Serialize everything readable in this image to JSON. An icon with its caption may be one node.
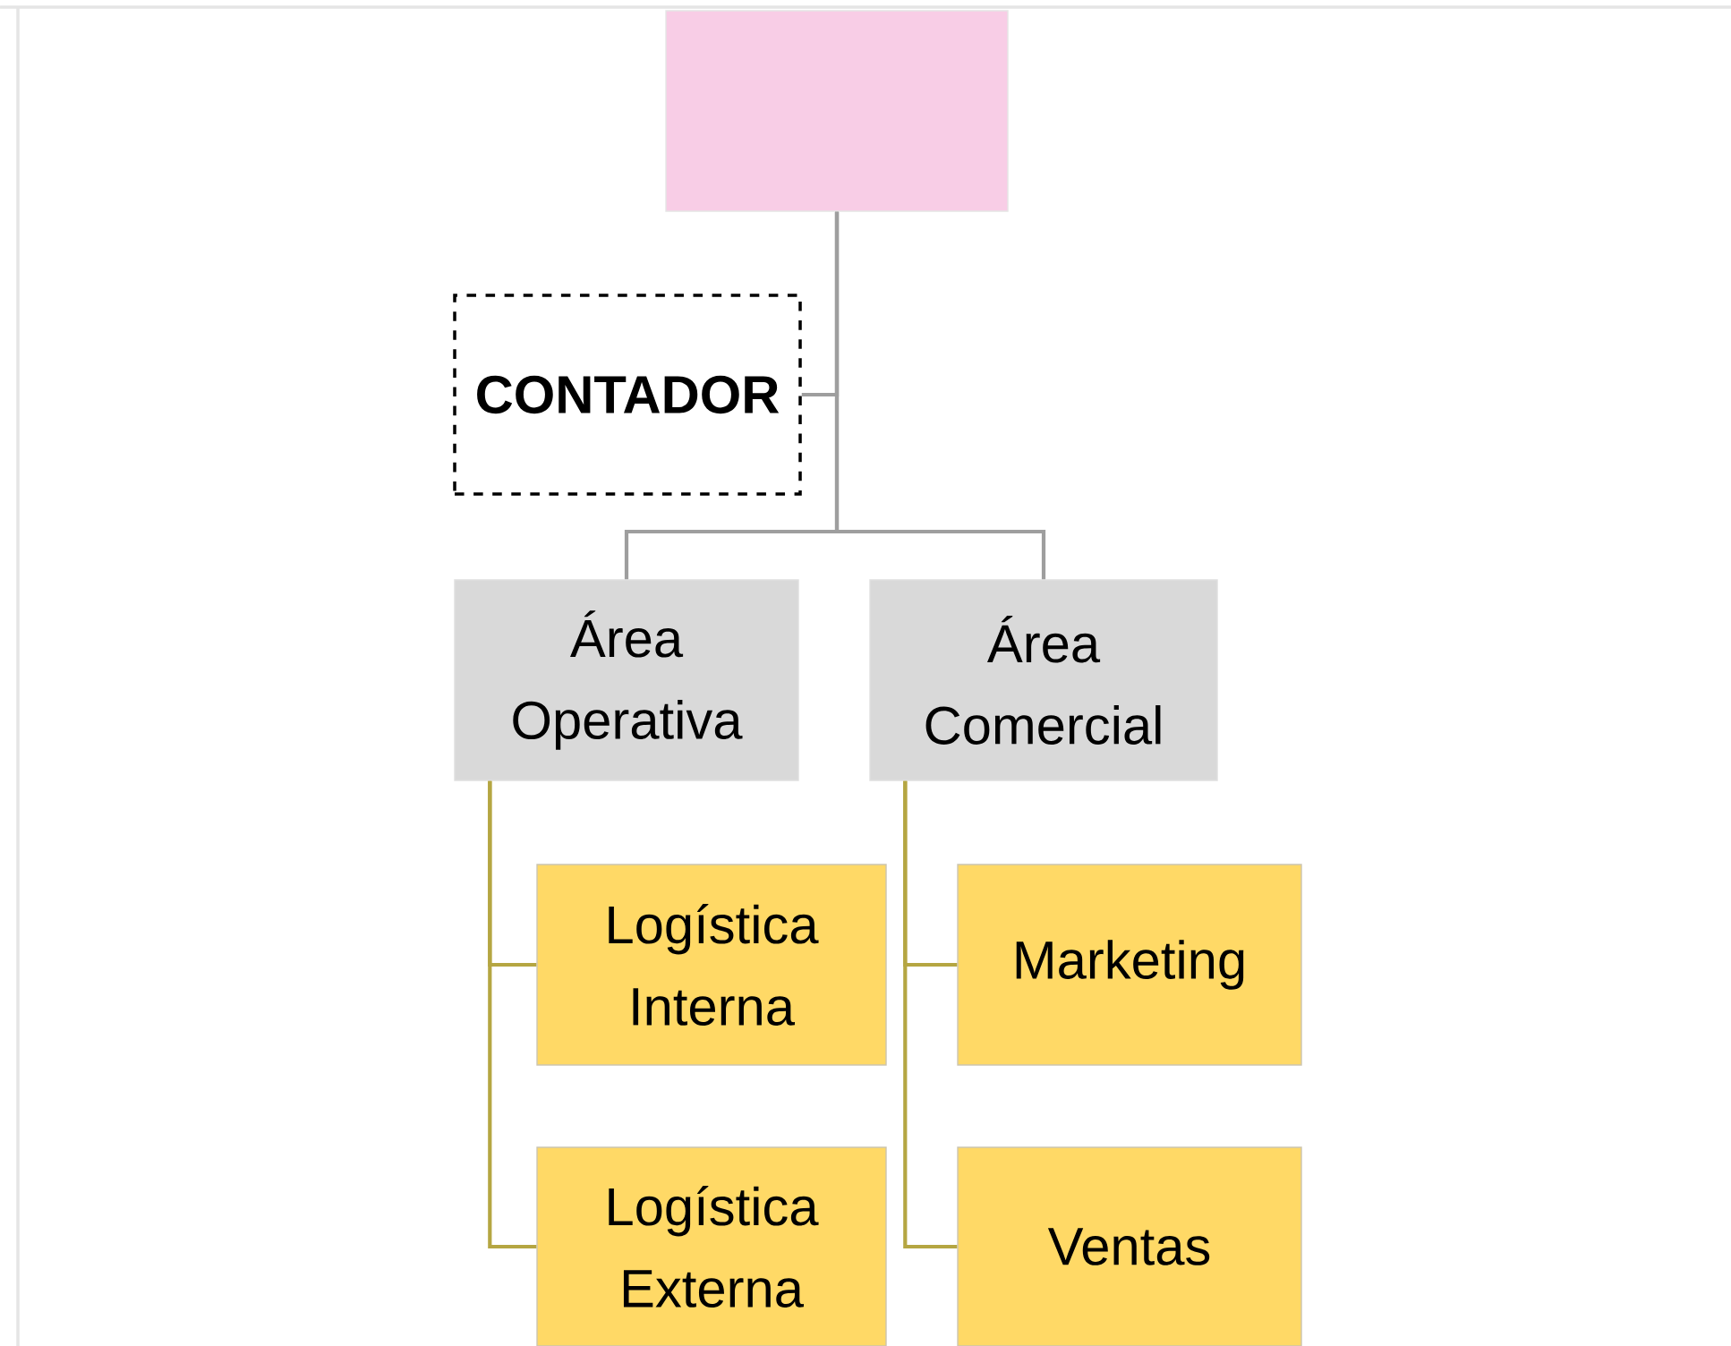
{
  "diagram": {
    "nodes": [
      {
        "text": [],
        "shape": "box"
      },
      {
        "text": [
          "CONTADOR"
        ]
      },
      {
        "text": [
          "Área Operativa"
        ]
      },
      {
        "text": [
          "Área Comercial"
        ]
      },
      {
        "text": [
          "Logística Interna"
        ]
      },
      {
        "text": [
          "Logística Externa"
        ]
      },
      {
        "text": [
          "Marketing"
        ]
      },
      {
        "text": [
          "Ventas"
        ]
      }
    ],
    "edges": [
      {
        "from": 0,
        "to": 1,
        "arrow": "none",
        "color": "#9e9e9e"
      },
      {
        "from": 0,
        "to": 2,
        "arrow": "none",
        "color": "#9e9e9e"
      },
      {
        "from": 0,
        "to": 3,
        "arrow": "none",
        "color": "#9e9e9e"
      },
      {
        "from": 2,
        "to": 4,
        "arrow": "none"
      },
      {
        "from": 2,
        "to": 5,
        "arrow": "none"
      },
      {
        "from": 3,
        "to": 6,
        "arrow": "none"
      },
      {
        "from": 3,
        "to": 7,
        "arrow": "none"
      }
    ]
  }
}
